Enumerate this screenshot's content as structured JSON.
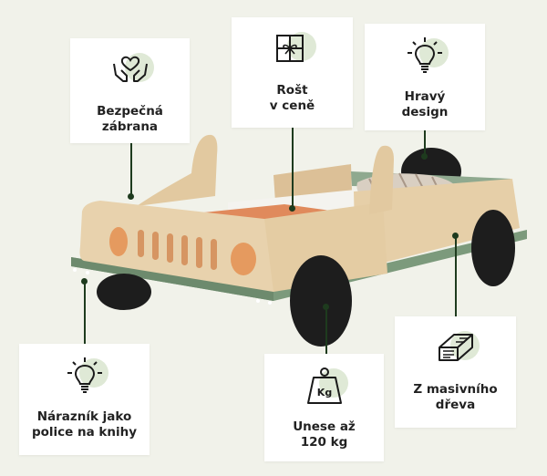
{
  "features": [
    {
      "id": "zabrana",
      "icon": "hands-heart-icon",
      "lines": [
        "Bezpečná",
        "zábrana"
      ]
    },
    {
      "id": "rost",
      "icon": "gift-box-icon",
      "lines": [
        "Rošt",
        "v ceně"
      ]
    },
    {
      "id": "design",
      "icon": "lightbulb-icon",
      "lines": [
        "Hravý",
        "design"
      ]
    },
    {
      "id": "naraznik",
      "icon": "lightbulb-icon",
      "lines": [
        "Nárazník jako",
        "police na knihy"
      ]
    },
    {
      "id": "nosnost",
      "icon": "weight-kg-icon",
      "lines": [
        "Unese až",
        "120 kg"
      ],
      "weight_label": "Kg"
    },
    {
      "id": "drevo",
      "icon": "wood-log-icon",
      "lines": [
        "Z masivního",
        "dřeva"
      ]
    }
  ],
  "colors": {
    "background": "#f1f2ea",
    "card": "#ffffff",
    "icon_accent": "#dfe9d6",
    "line": "#1e3b1e",
    "wood": "#e6cfa8",
    "green_base": "#7c9a7c",
    "orange": "#e08a5c",
    "wheel": "#1d1d1d"
  }
}
